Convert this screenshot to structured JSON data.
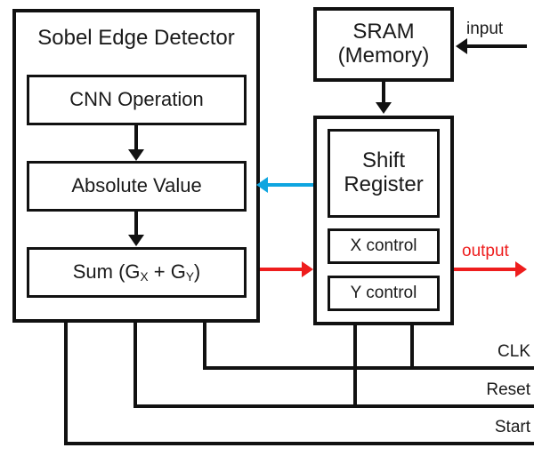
{
  "diagram": {
    "title": "Sobel Edge Detector hardware block diagram",
    "background": "#ffffff",
    "colors": {
      "line": "#111111",
      "red": "#ee1d1d",
      "blue": "#0ea5e0",
      "text": "#1a1a1a"
    }
  },
  "sobel_module": {
    "title": "Sobel Edge Detector",
    "blocks": [
      {
        "label": "CNN Operation"
      },
      {
        "label": "Absolute Value"
      },
      {
        "label_prefix": "Sum (G",
        "sub1": "X",
        "label_mid": " + G",
        "sub2": "Y",
        "label_suffix": ")"
      }
    ]
  },
  "memory": {
    "line1": "SRAM",
    "line2": "(Memory)"
  },
  "control_module": {
    "blocks": [
      {
        "line1": "Shift",
        "line2": "Register"
      },
      {
        "label": "X control"
      },
      {
        "label": "Y control"
      }
    ]
  },
  "io": {
    "input_label": "input",
    "output_label": "output"
  },
  "signals": [
    {
      "name": "CLK"
    },
    {
      "name": "Reset"
    },
    {
      "name": "Start"
    }
  ]
}
